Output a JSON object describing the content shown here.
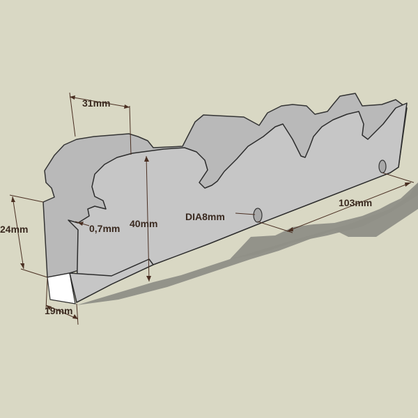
{
  "colors": {
    "background": "#d9d8c4",
    "metal": "#c6c6c6",
    "metal_back": "#b9b9b9",
    "shadow": "#8f8f87",
    "dimension": "#4a2f22"
  },
  "dimensions": {
    "width_top": "31mm",
    "height_left": "24mm",
    "height_front": "40mm",
    "thickness": "0,7mm",
    "hole_diameter": "DIA8mm",
    "length": "103mm",
    "base_width": "19mm"
  }
}
